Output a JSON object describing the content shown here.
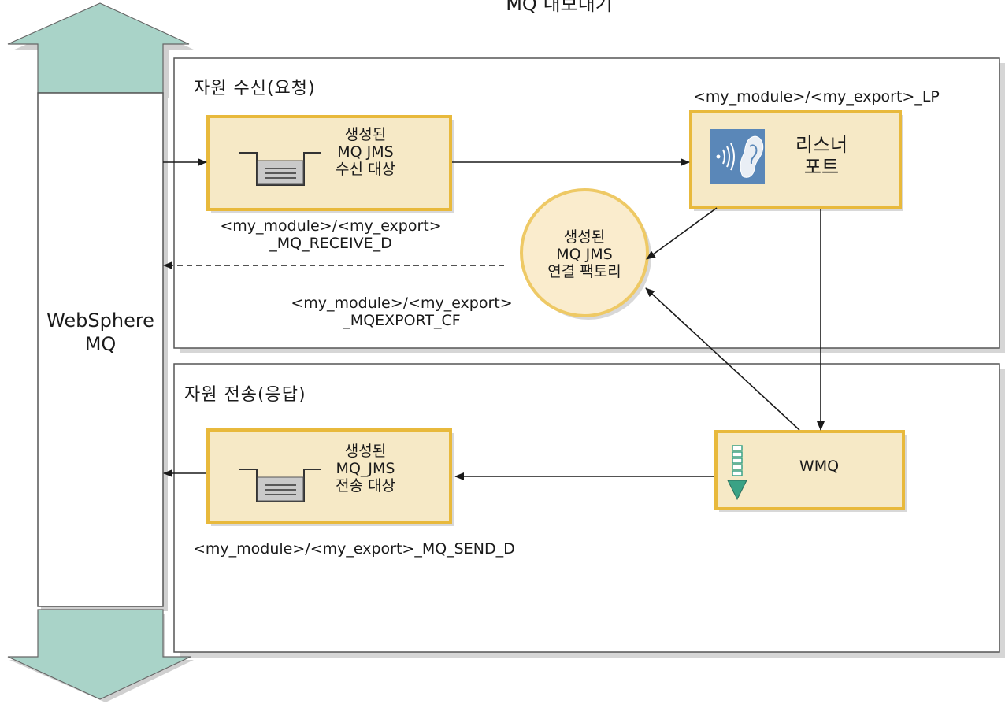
{
  "title": "MQ 내보내기",
  "websphere": {
    "line1": "WebSphere",
    "line2": "MQ"
  },
  "receive_section": {
    "title": "자원 수신(요청)"
  },
  "send_section": {
    "title": "자원 전송(응답)"
  },
  "receive_dest": {
    "line1": "생성된",
    "line2": "MQ JMS",
    "line3": "수신 대상",
    "caption1": "<my_module>/<my_export>",
    "caption2": "_MQ_RECEIVE_D"
  },
  "listener": {
    "line1": "리스너",
    "line2": "포트",
    "caption": "<my_module>/<my_export>_LP"
  },
  "factory": {
    "line1": "생성된",
    "line2": "MQ JMS",
    "line3": "연결 팩토리",
    "caption1": "<my_module>/<my_export>",
    "caption2": "_MQEXPORT_CF"
  },
  "wmq": {
    "label": "WMQ"
  },
  "send_dest": {
    "line1": "생성된",
    "line2": "MQ_JMS",
    "line3": "전송 대상",
    "caption": "<my_module>/<my_export>_MQ_SEND_D"
  },
  "colors": {
    "box_fill": "#f6e9c6",
    "box_border": "#e8b93c",
    "arrow_fill": "#a9d3c8",
    "circle_fill": "#faeccd",
    "circle_border": "#eec965",
    "ear_bg": "#5a87b8",
    "wmq_icon": "#3aa285"
  }
}
